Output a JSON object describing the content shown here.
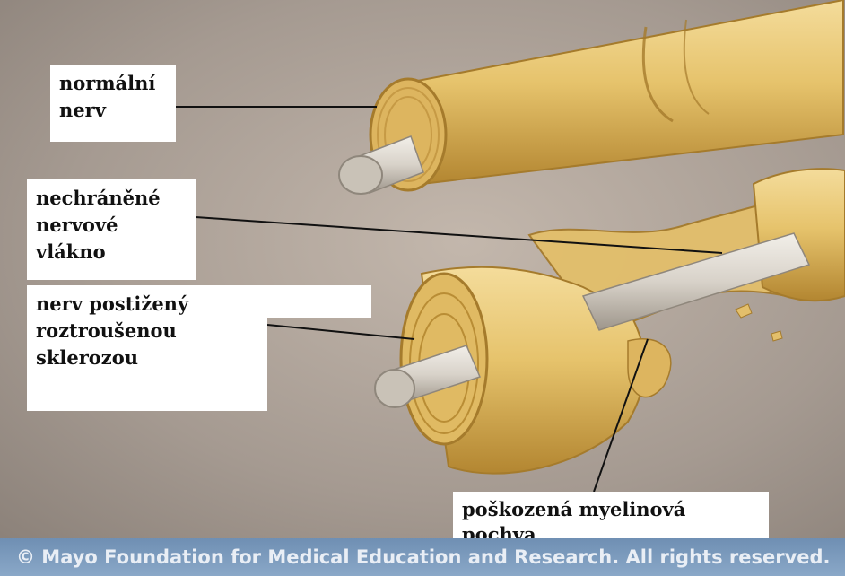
{
  "labels": {
    "normal_nerve": [
      "normální",
      "nerv"
    ],
    "unprotected_fiber": [
      "nechráněné",
      "nervové",
      "vlákno"
    ],
    "ms_nerve": [
      "nerv postižený",
      "roztroušenou",
      "sklerozou"
    ],
    "damaged_sheath": [
      "poškozená myelinová",
      "pochva"
    ]
  },
  "footer": {
    "copyright": "© Mayo Foundation for Medical Education and Research. All rights reserved."
  },
  "colors": {
    "background": "#a49a92",
    "myelin": "#e8c774",
    "myelin_dark": "#b98d35",
    "axon": "#d9d4cc",
    "footer_bar": "#7b9abd"
  }
}
